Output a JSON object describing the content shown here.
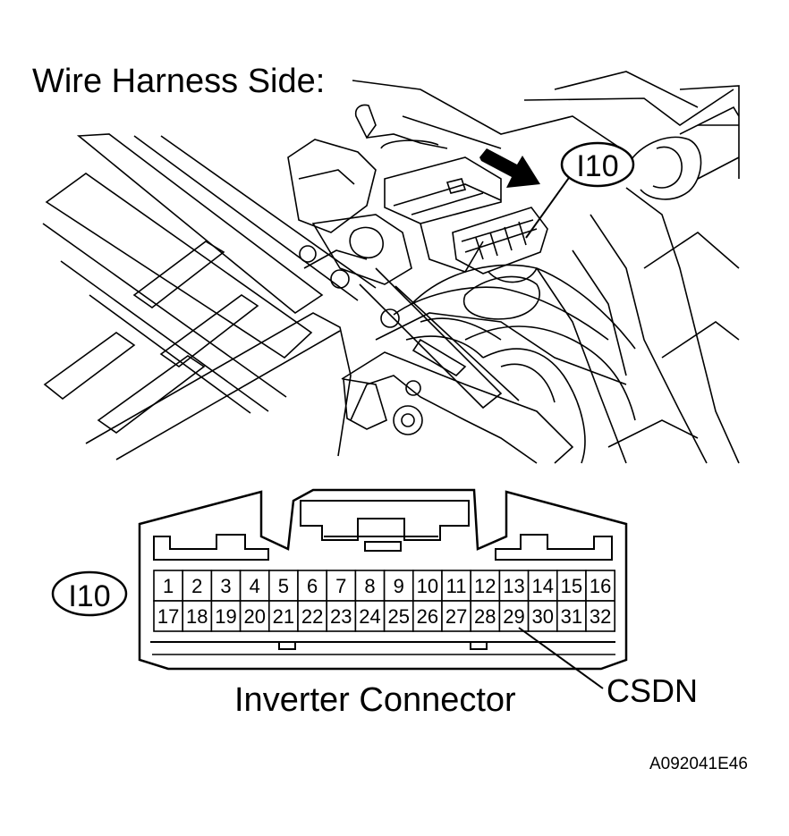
{
  "title": "Wire Harness Side:",
  "connector_id": "I10",
  "connector_name": "Inverter Connector",
  "pins_row1": [
    "1",
    "2",
    "3",
    "4",
    "5",
    "6",
    "7",
    "8",
    "9",
    "10",
    "11",
    "12",
    "13",
    "14",
    "15",
    "16"
  ],
  "pins_row2": [
    "17",
    "18",
    "19",
    "20",
    "21",
    "22",
    "23",
    "24",
    "25",
    "26",
    "27",
    "28",
    "29",
    "30",
    "31",
    "32"
  ],
  "callout": {
    "pin": "29",
    "label": "CSDN"
  },
  "figure_code": "A092041E46"
}
